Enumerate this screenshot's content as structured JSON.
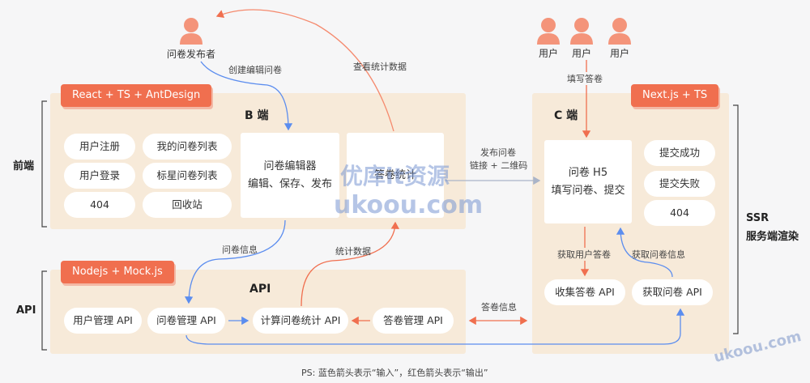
{
  "colors": {
    "input_arrow": "#5b8def",
    "output_arrow": "#f06f4f",
    "panel": "#f7ead9",
    "tag": "#f06f4f"
  },
  "publisher": {
    "label": "问卷发布者",
    "icon": "user-icon"
  },
  "users": [
    {
      "label": "用户"
    },
    {
      "label": "用户"
    },
    {
      "label": "用户"
    }
  ],
  "tags": {
    "b_stack": "React + TS + AntDesign",
    "c_stack": "Next.js + TS",
    "api_stack": "Nodejs + Mock.js"
  },
  "b_end": {
    "title": "B 端",
    "pills": [
      "用户注册",
      "我的问卷列表",
      "用户登录",
      "标星问卷列表",
      "404",
      "回收站"
    ],
    "editor": {
      "line1": "问卷编辑器",
      "line2": "编辑、保存、发布"
    },
    "stats": "答卷统计"
  },
  "c_end": {
    "title": "C 端",
    "h5": {
      "line1": "问卷 H5",
      "line2": "填写问卷、提交"
    },
    "pills": [
      "提交成功",
      "提交失败",
      "404"
    ]
  },
  "api": {
    "title": "API",
    "items": [
      "用户管理 API",
      "问卷管理 API",
      "计算问卷统计 API",
      "答卷管理 API"
    ],
    "c_items": [
      "收集答卷 API",
      "获取问卷 API"
    ]
  },
  "side_labels": {
    "frontend": "前端",
    "api": "API",
    "ssr_line1": "SSR",
    "ssr_line2": "服务端渲染"
  },
  "arrow_labels": {
    "create": "创建编辑问卷",
    "view": "查看统计数据",
    "fill": "填写答卷",
    "publish_line1": "发布问卷",
    "publish_line2": "链接 + 二维码",
    "info": "问卷信息",
    "stat_data": "统计数据",
    "answer_info": "答卷信息",
    "get_answer": "获取用户答卷",
    "get_info": "获取问卷信息"
  },
  "footnote": "PS: 蓝色箭头表示“输入”，红色箭头表示“输出”",
  "watermarks": {
    "main_line1": "优库it资源",
    "main_line2": "ukoou.com",
    "corner": "ukoou.com"
  }
}
